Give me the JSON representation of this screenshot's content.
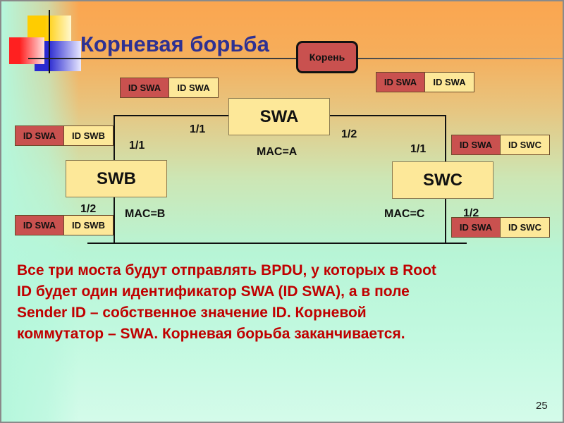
{
  "title": "Корневая борьба",
  "callout": "Корень",
  "switches": {
    "a": "SWA",
    "b": "SWB",
    "c": "SWC"
  },
  "macs": {
    "a": "MAC=A",
    "b": "MAC=B",
    "c": "MAC=C"
  },
  "ports": {
    "swa_left": "1/1",
    "swa_right": "1/2",
    "swb_top": "1/1",
    "swb_bottom": "1/2",
    "swc_top": "1/1",
    "swc_bottom": "1/2"
  },
  "bpdus": [
    {
      "root_id": "ID SWA",
      "sender_id": "ID SWA"
    },
    {
      "root_id": "ID SWA",
      "sender_id": "ID SWA"
    },
    {
      "root_id": "ID SWA",
      "sender_id": "ID SWB"
    },
    {
      "root_id": "ID SWA",
      "sender_id": "ID SWC"
    },
    {
      "root_id": "ID SWA",
      "sender_id": "ID SWB"
    },
    {
      "root_id": "ID SWA",
      "sender_id": "ID SWC"
    }
  ],
  "body_lines": [
    "Все три моста будут отправлять BPDU, у которых в Root",
    "ID будет один идентификатор SWA (ID SWA), а в поле",
    "Sender ID – собственное значение ID. Корневой",
    "коммутатор – SWA. Корневая борьба заканчивается."
  ],
  "page_number": "25"
}
